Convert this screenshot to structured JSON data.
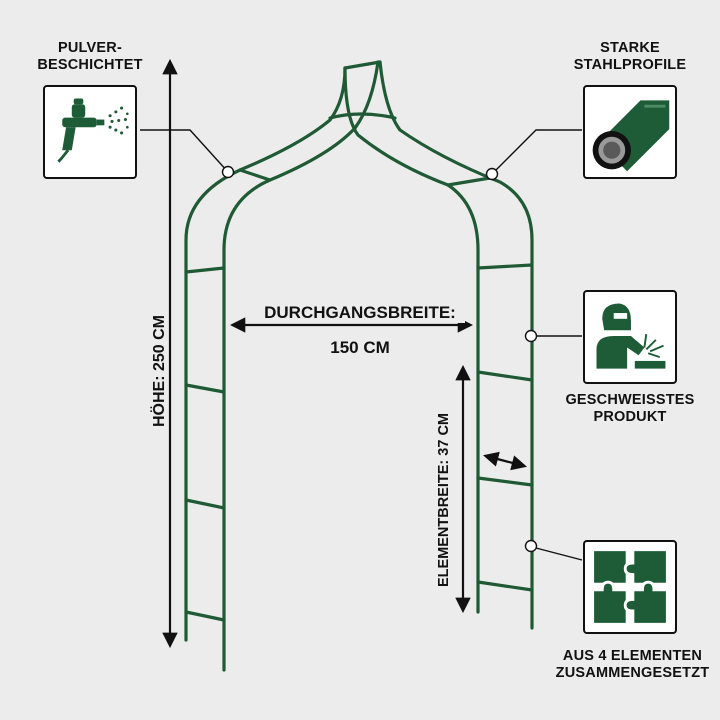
{
  "features": {
    "powder_coated": {
      "label": "PULVER-\nBESCHICHTET",
      "icon": "spray-gun-icon"
    },
    "steel_profiles": {
      "label": "STARKE\nSTAHLPROFILE",
      "icon": "steel-tube-icon"
    },
    "welded": {
      "label": "GESCHWEISSTES\nPRODUKT",
      "icon": "welder-icon"
    },
    "assembled": {
      "label": "AUS 4 ELEMENTEN\nZUSAMMENGESETZT",
      "icon": "puzzle-icon"
    }
  },
  "dimensions": {
    "height_label": "HÖHE: 250 CM",
    "width_title": "DURCHGANGSBREITE:",
    "width_value": "150 CM",
    "element_width_label": "ELEMENTBREITE: 37 CM"
  },
  "colors": {
    "frame_green": "#1f5a35",
    "icon_green": "#1d5c36",
    "background": "#ececec",
    "ink": "#111111"
  }
}
